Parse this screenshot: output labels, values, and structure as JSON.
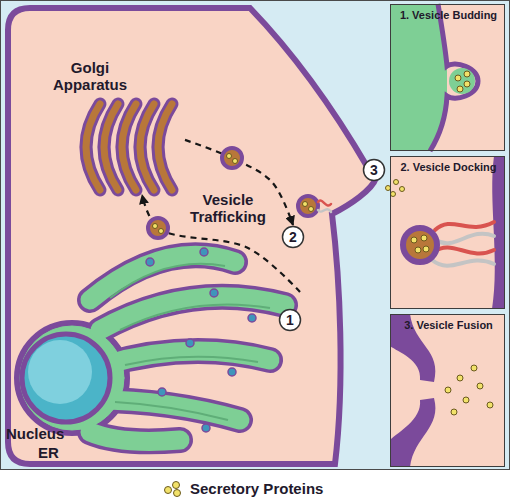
{
  "diagram": {
    "nodes": [
      {
        "text": [
          "Golgi Apparatus"
        ]
      },
      {
        "text": [
          "3"
        ]
      },
      {
        "text": [
          "2"
        ]
      },
      {
        "text": [
          "1"
        ]
      },
      {
        "text": [
          "Nucleus"
        ]
      },
      {
        "text": [
          "ER"
        ]
      },
      {
        "text": [
          "1. Vesicle Budding"
        ]
      },
      {
        "text": [
          "2. Vesicle Docking"
        ]
      },
      {
        "text": [
          "3. Vesicle Fusion"
        ]
      }
    ],
    "edges": [
      {
        "from": 5,
        "to": 0,
        "arrow": "to"
      },
      {
        "from": 0,
        "to": 2,
        "arrow": "to"
      }
    ],
    "labels": [
      "Vesicle Trafficking"
    ],
    "legend": [
      {
        "text": "Secretory Proteins"
      }
    ]
  }
}
